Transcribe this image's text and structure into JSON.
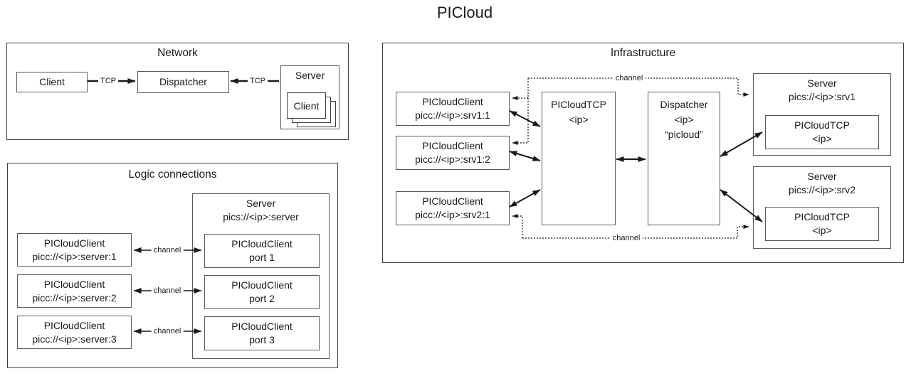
{
  "page_title": "PICloud",
  "colors": {
    "frame_border": "#3f3f3f",
    "box_border": "#595959",
    "arrow": "#1a1a1a",
    "text": "#1a1a1a",
    "background": "#ffffff"
  },
  "network": {
    "title": "Network",
    "client_label": "Client",
    "dispatcher_label": "Dispatcher",
    "server_title": "Server",
    "server_client_label": "Client",
    "tcp_left_label": "TCP",
    "tcp_right_label": "TCP"
  },
  "logic": {
    "title": "Logic connections",
    "server_title": "Server",
    "server_subtitle": "pics://<ip>:server",
    "clients": [
      {
        "line1": "PICloudClient",
        "line2": "picc://<ip>:server:1"
      },
      {
        "line1": "PICloudClient",
        "line2": "picc://<ip>:server:2"
      },
      {
        "line1": "PICloudClient",
        "line2": "picc://<ip>:server:3"
      }
    ],
    "ports": [
      {
        "line1": "PICloudClient",
        "line2": "port 1"
      },
      {
        "line1": "PICloudClient",
        "line2": "port 2"
      },
      {
        "line1": "PICloudClient",
        "line2": "port 3"
      }
    ],
    "channel_labels": [
      "channel",
      "channel",
      "channel"
    ]
  },
  "infrastructure": {
    "title": "Infrastructure",
    "clients": [
      {
        "line1": "PICloudClient",
        "line2": "picc://<ip>:srv1:1"
      },
      {
        "line1": "PICloudClient",
        "line2": "picc://<ip>:srv1:2"
      },
      {
        "line1": "PICloudClient",
        "line2": "picc://<ip>:srv2:1"
      }
    ],
    "picloudtcp": {
      "line1": "PICloudTCP",
      "line2": "<ip>"
    },
    "dispatcher": {
      "line1": "Dispatcher",
      "line2": "<ip>",
      "line3": "“picloud”"
    },
    "servers": [
      {
        "title": "Server",
        "subtitle": "pics://<ip>:srv1",
        "inner1": "PICloudTCP",
        "inner2": "<ip>"
      },
      {
        "title": "Server",
        "subtitle": "pics://<ip>:srv2",
        "inner1": "PICloudTCP",
        "inner2": "<ip>"
      }
    ],
    "channel_top_label": "channel",
    "channel_bottom_label": "channel"
  }
}
